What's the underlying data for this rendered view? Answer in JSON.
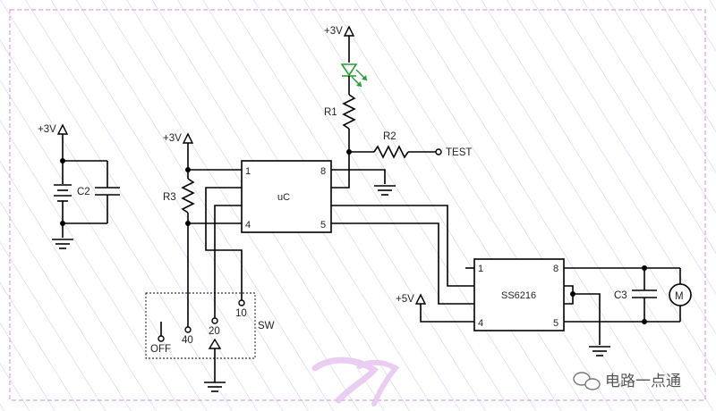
{
  "supplies": {
    "vcc3_a": "+3V",
    "vcc3_b": "+3V",
    "vcc3_c": "+3V",
    "vcc5": "+5V"
  },
  "components": {
    "c2": "C2",
    "r3": "R3",
    "r1": "R1",
    "r2": "R2",
    "c3": "C3",
    "test": "TEST",
    "motor": "M",
    "sw": "SW"
  },
  "uc": {
    "name": "uC",
    "pins": {
      "p1": "1",
      "p8": "8",
      "p4": "4",
      "p5": "5"
    }
  },
  "driver": {
    "name": "SS6216",
    "pins": {
      "p1": "1",
      "p8": "8",
      "p4": "4",
      "p5": "5"
    }
  },
  "switch": {
    "off": "OFF",
    "pos40": "40",
    "pos20": "20",
    "pos10": "10"
  },
  "watermark": {
    "text": "电路一点通"
  },
  "colors": {
    "led": "#2e9a3a",
    "hatch": "#c9c6ee",
    "border": "#d9a3e3",
    "logo": "#e6c2f0"
  }
}
